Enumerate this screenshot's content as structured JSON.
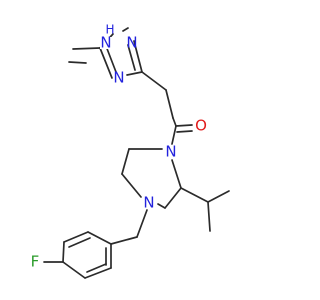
{
  "atoms": {
    "n_triazole_1": "N",
    "h_triazole_1": "H",
    "n_triazole_2": "N",
    "n_triazole_4": "N",
    "o_carbonyl": "O",
    "n_diazepane_1": "N",
    "n_diazepane_4": "N",
    "f_fluoro": "F"
  },
  "colors": {
    "bond": "#2b2b2b",
    "nitrogen": "#2222dd",
    "oxygen": "#e11b1b",
    "fluorine": "#2a9b2a"
  }
}
